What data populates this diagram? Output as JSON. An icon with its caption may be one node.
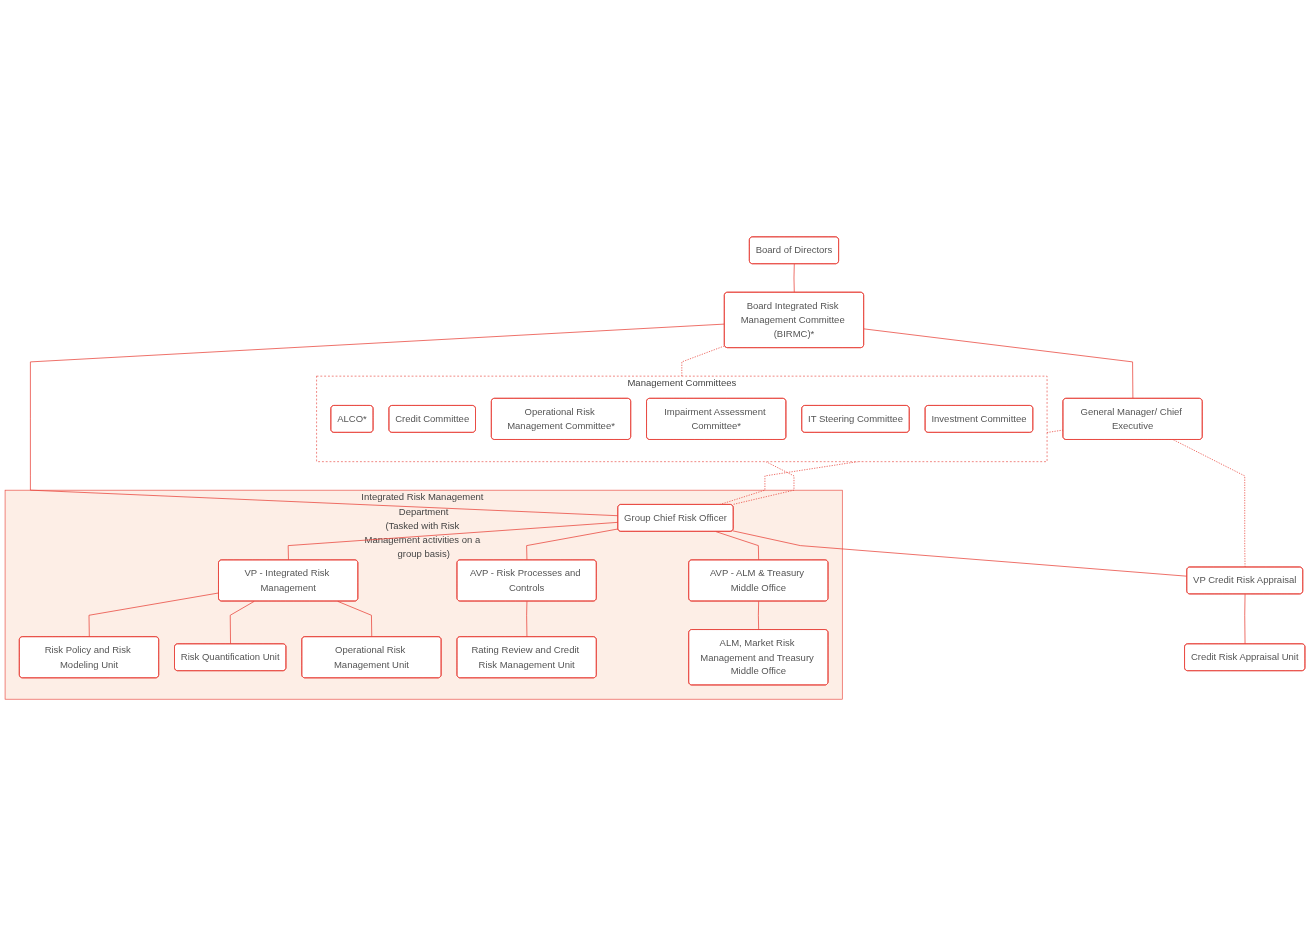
{
  "diagram": {
    "nodes": [
      {
        "text": [
          "Board of Directors"
        ]
      },
      {
        "text": [
          "Board Integrated Risk Management Committee (BIRMC)*"
        ]
      },
      {
        "text": [
          "General Manager/ Chief Executive"
        ]
      },
      {
        "text": [
          "Management Committees"
        ]
      },
      {
        "text": [
          "ALCO*"
        ],
        "in": 3
      },
      {
        "text": [
          "Credit Committee"
        ],
        "in": 3
      },
      {
        "text": [
          "Operational Risk Management Committee*"
        ],
        "in": 3
      },
      {
        "text": [
          "Impairment Assessment Committee*"
        ],
        "in": 3
      },
      {
        "text": [
          "IT Steering Committee"
        ],
        "in": 3
      },
      {
        "text": [
          "Investment Committee"
        ],
        "in": 3
      },
      {
        "text": [
          "Integrated Risk Management Department",
          "(Tasked with Risk Management activities on a group basis)"
        ]
      },
      {
        "text": [
          "Group Chief Risk Officer"
        ],
        "in": 10
      },
      {
        "text": [
          "VP Credit Risk Appraisal"
        ]
      },
      {
        "text": [
          "VP - Integrated Risk Management"
        ],
        "in": 10
      },
      {
        "text": [
          "AVP - Risk Processes and Controls"
        ],
        "in": 10
      },
      {
        "text": [
          "AVP - ALM & Treasury Middle Office"
        ],
        "in": 10
      },
      {
        "text": [
          "Risk Policy and Risk Modeling Unit"
        ],
        "in": 10
      },
      {
        "text": [
          "Risk Quantification Unit"
        ],
        "in": 10
      },
      {
        "text": [
          "Operational Risk Management Unit"
        ],
        "in": 10
      },
      {
        "text": [
          "Rating Review and Credit Risk Management Unit"
        ],
        "in": 10
      },
      {
        "text": [
          "ALM, Market Risk Management and Treasury Middle Office"
        ],
        "in": 10
      },
      {
        "text": [
          "Credit Risk Appraisal Unit"
        ]
      }
    ],
    "edges": [
      {
        "from": 0,
        "to": 1,
        "arrow": "none"
      },
      {
        "from": 1,
        "to": 2,
        "arrow": "none"
      },
      {
        "from": 1,
        "to": 3,
        "arrow": "none",
        "style": "dashed"
      },
      {
        "from": 1,
        "to": 11,
        "arrow": "none"
      },
      {
        "from": 2,
        "to": 11,
        "arrow": "none",
        "style": "dashed"
      },
      {
        "from": 3,
        "to": 11,
        "arrow": "none",
        "style": "dashed"
      },
      {
        "from": 2,
        "to": 12,
        "arrow": "none",
        "style": "dashed"
      },
      {
        "from": 11,
        "to": 12,
        "arrow": "none"
      },
      {
        "from": 11,
        "to": 13,
        "arrow": "none"
      },
      {
        "from": 11,
        "to": 14,
        "arrow": "none"
      },
      {
        "from": 11,
        "to": 15,
        "arrow": "none"
      },
      {
        "from": 12,
        "to": 21,
        "arrow": "none"
      },
      {
        "from": 13,
        "to": 16,
        "arrow": "none"
      },
      {
        "from": 13,
        "to": 17,
        "arrow": "none"
      },
      {
        "from": 13,
        "to": 18,
        "arrow": "none"
      },
      {
        "from": 14,
        "to": 19,
        "arrow": "none"
      },
      {
        "from": 15,
        "to": 20,
        "arrow": "none"
      }
    ]
  }
}
